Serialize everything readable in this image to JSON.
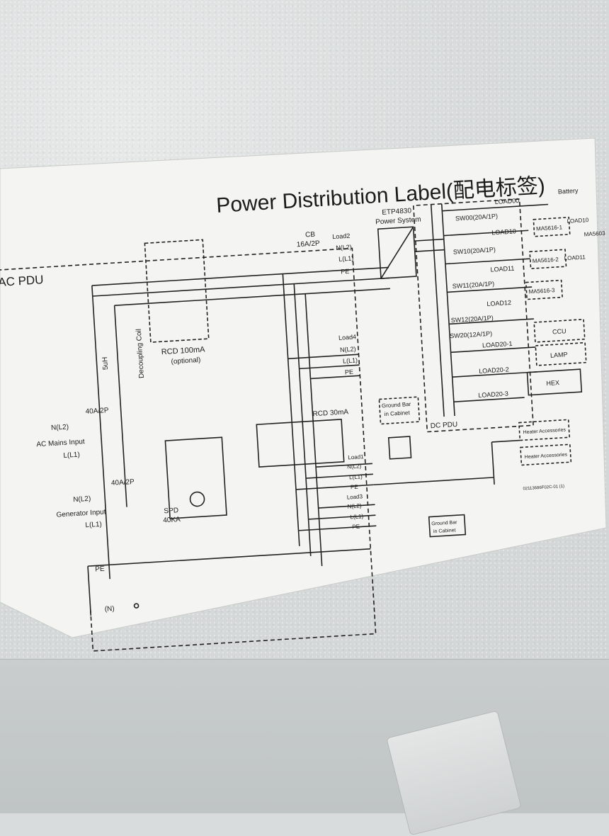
{
  "label": {
    "title": "Power Distribution Label(配电标签)",
    "ac_pdu": "AC PDU",
    "dc_pdu": "DC PDU",
    "cb": "CB",
    "cb_rating": "16A/2P",
    "etp_model": "ETP4830",
    "etp_desc": "Power System",
    "rcd100": "RCD 100mA",
    "optional": "(optional)",
    "decoupling": "Decoupling Coil",
    "inductor": "5uH",
    "rcd30": "RCD 30mA",
    "spd": "SPD",
    "spd_rating": "40KA",
    "pe": "PE",
    "n_neutral": "(N)",
    "ground_bar_1": "Ground Bar",
    "ground_bar_2": "in Cabinet",
    "breaker_main": "40A/2P",
    "breaker_gen": "40A/2P",
    "ac_mains_input": "AC Mains Input",
    "generator_input": "Generator Input",
    "n_l2": "N(L2)",
    "l_l1": "L(L1)",
    "load2": "Load2",
    "load4": "Load4",
    "load1": "Load1",
    "load3": "Load3",
    "battery": "Battery",
    "load00": "LOAD00",
    "sw00": "SW00(20A/1P)",
    "load10": "LOAD10",
    "sw10": "SW10(20A/1P)",
    "load11": "LOAD11",
    "sw11": "SW11(20A/1P)",
    "load12": "LOAD12",
    "sw12": "SW12(20A/1P)",
    "sw20": "SW20(12A/1P)",
    "load20_1": "LOAD20-1",
    "load20_2": "LOAD20-2",
    "load20_3": "LOAD20-3",
    "ma5616_1": "MA5616-1",
    "ma5616_2": "MA5616-2",
    "ma5616_3": "MA5616-3",
    "ma5603": "MA5603",
    "load10_box": "LOAD10",
    "load11_box": "LOAD11",
    "ccu": "CCU",
    "lamp": "LAMP",
    "hex": "HEX",
    "heater_1": "Heater Accessories",
    "heater_2": "Heater Accessories",
    "part_number": "02113686F02C-01 (1)"
  }
}
